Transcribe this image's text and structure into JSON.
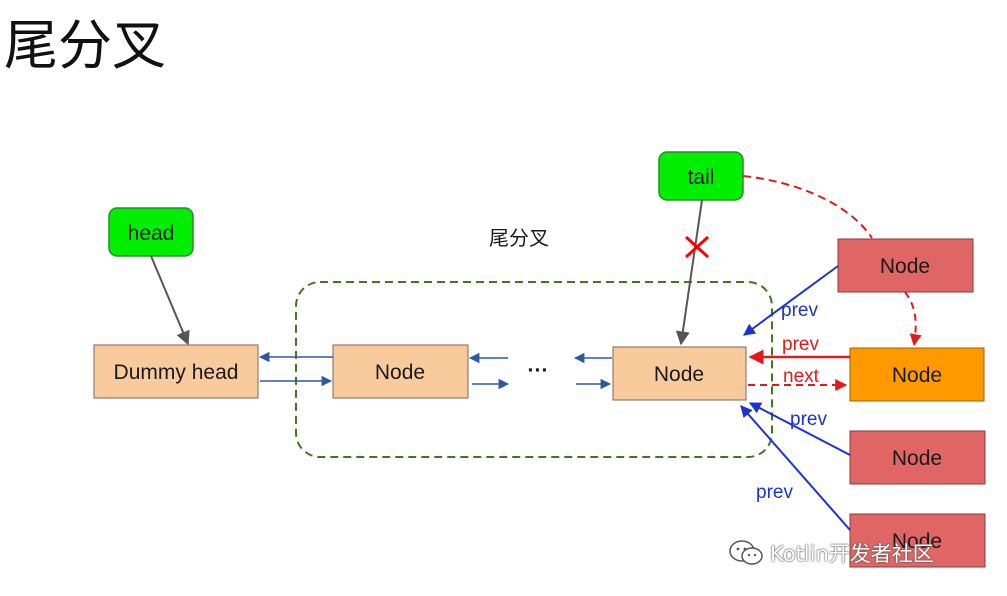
{
  "title": "尾分叉",
  "region": {
    "label": "尾分叉"
  },
  "pointers": {
    "head": "head",
    "tail": "tail"
  },
  "nodes": {
    "dummy_head": "Dummy head",
    "chain_node": "Node",
    "ellipsis": "···",
    "tail_node": "Node",
    "forked_top": "Node",
    "new_tail": "Node",
    "forked_mid": "Node",
    "forked_bottom": "Node"
  },
  "edge_labels": {
    "prev_top": "prev",
    "prev_new": "prev",
    "next_new": "next",
    "prev_mid": "prev",
    "prev_bottom": "prev"
  },
  "watermark": {
    "text": "Kotlin开发者社区",
    "icon": "wechat-icon"
  },
  "colors": {
    "pointer_fill": "#00ee00",
    "pointer_stroke": "#2c8a2c",
    "node_fill": "#f9cb9c",
    "node_stroke": "#7f6650",
    "forked_fill": "#e06666",
    "new_tail_fill": "#ff9900",
    "prev_color": "#1c34c9",
    "next_color": "#e01b1b",
    "chain_arrow": "#2b5aa0",
    "region_border": "#3c7a1f",
    "pointer_arrow": "#555555",
    "cross": "#ff0000"
  }
}
